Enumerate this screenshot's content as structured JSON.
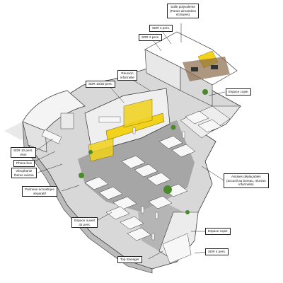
{
  "labels": {
    "salle_polyvalente": {
      "line1": "Salle polyvalente",
      "line2": "(Parois aimantées",
      "line3": "écritures)"
    },
    "sdr4_top": "SDR 4 pers.",
    "sdr2": "SDR 2 pers.",
    "reunion_informelle": {
      "line1": "Réunion",
      "line2": "informelle"
    },
    "sdr_10_20": "SDR 10/20 pers.",
    "espace_copie_top": "Espace copie",
    "sdr10_visio": {
      "line1": "SDR 10 pers.",
      "line2": "visio"
    },
    "phone_box": "Phone box",
    "vitrophanie": {
      "line1": "Vitrophanie",
      "line2": "thème aviona"
    },
    "assises": {
      "line1": "Assises déplaçables",
      "line2": "(accueil au bureau, réunion",
      "line3": "informelle)"
    },
    "panneau": {
      "line1": "Panneau acoustique",
      "line2": "séparatif"
    },
    "espace_ouvert": {
      "line1": "Espace ouvert",
      "line2": "43 pers."
    },
    "espace_copie_bottom": "Espace copie",
    "sdr4_bottom": "SDR 4 pers.",
    "top_manager": "Top manager"
  },
  "colors": {
    "accent_yellow": "#f2d21b",
    "wall": "#f4f4f4",
    "wall_side": "#d2d2d2",
    "floor_gray": "#9a9a9a",
    "floor_light": "#dcdcdc",
    "desk": "#f7f7f7",
    "plant": "#4a8a2a",
    "outline": "#333333"
  }
}
